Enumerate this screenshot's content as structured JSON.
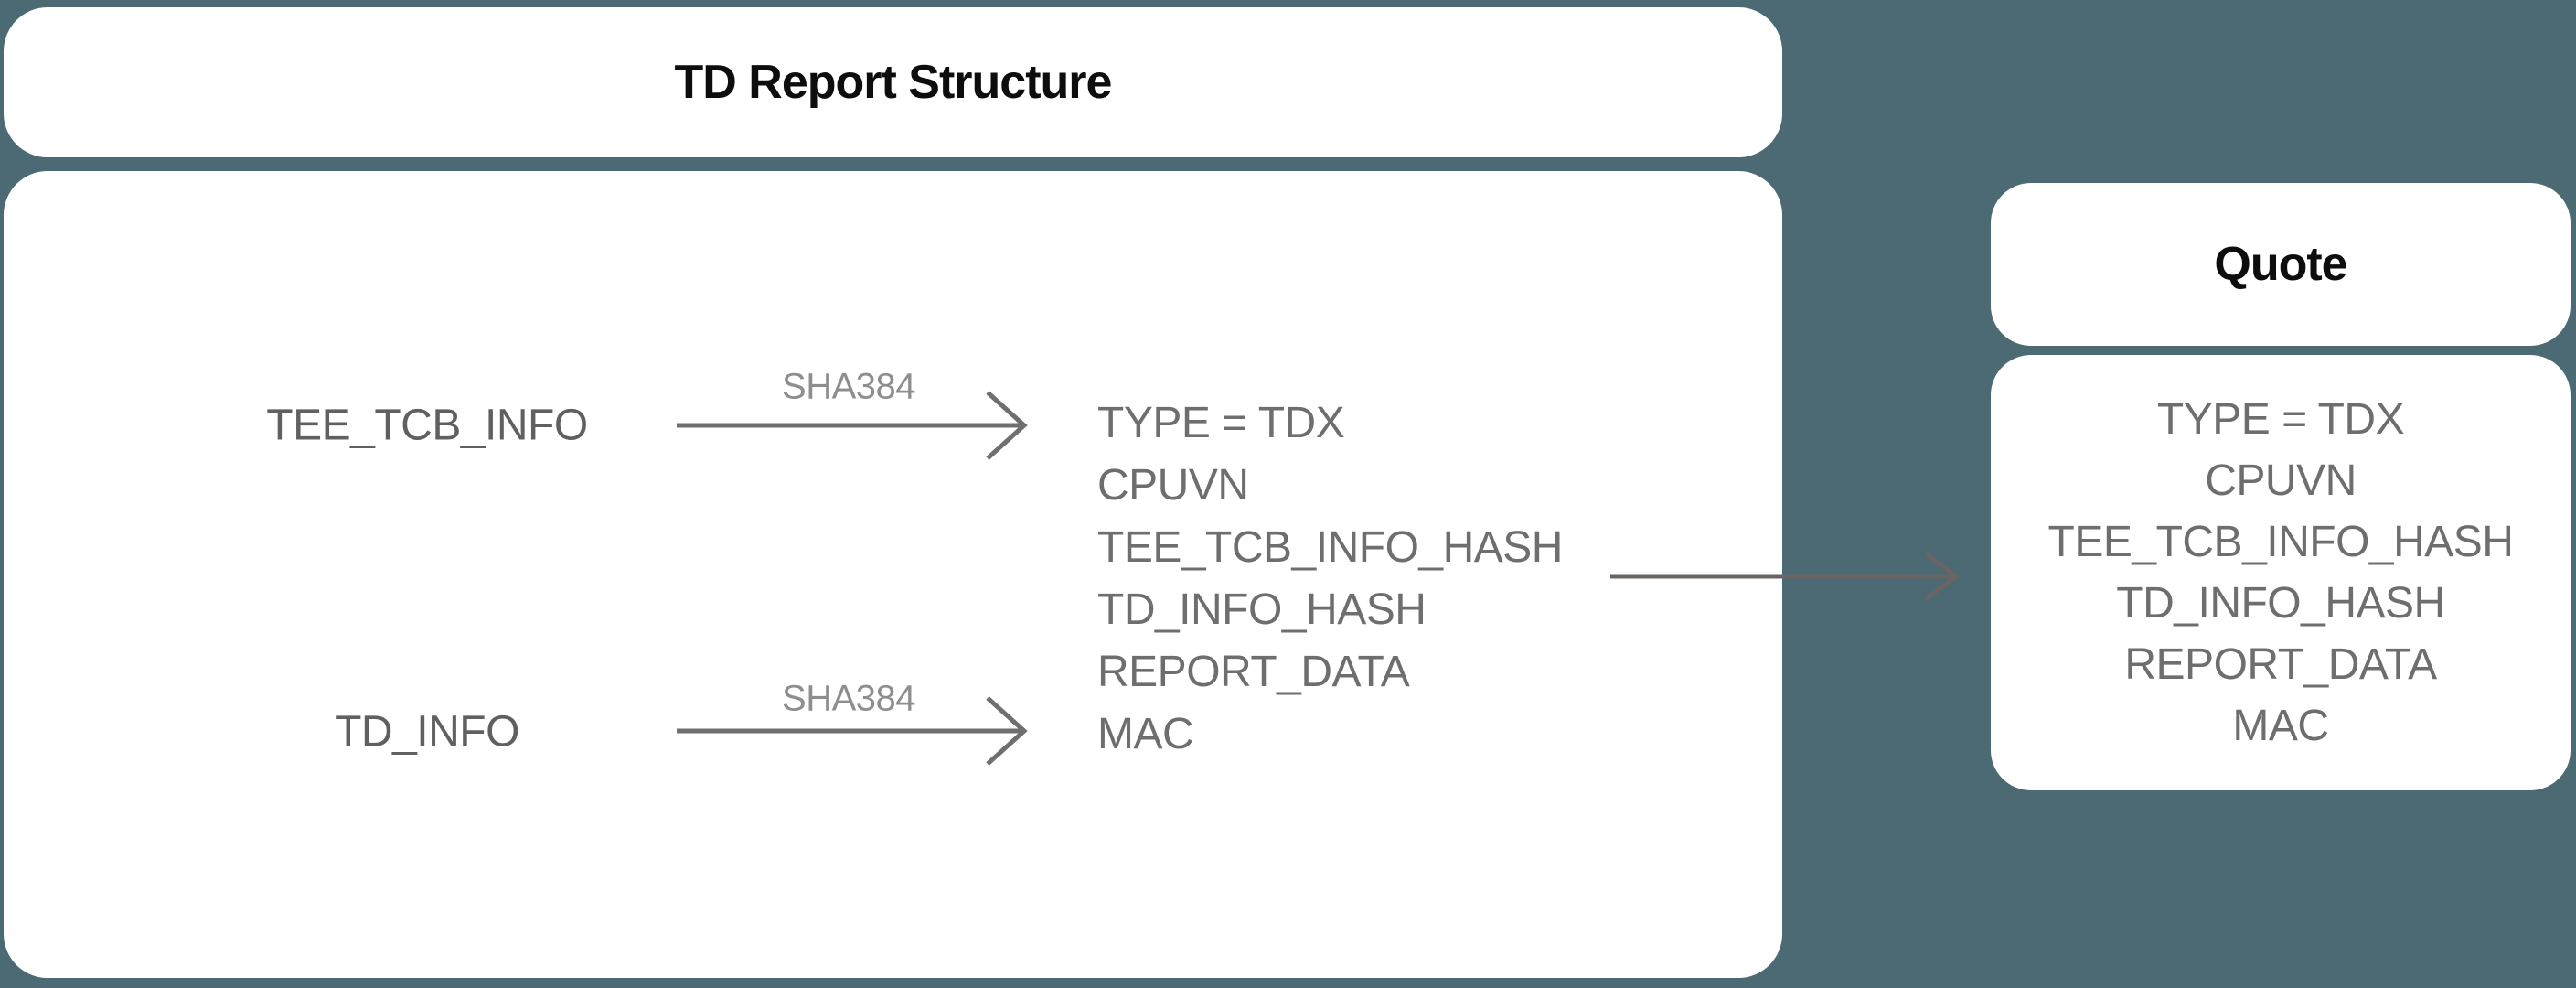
{
  "td_report": {
    "title": "TD Report Structure",
    "inputs": [
      {
        "label": "TEE_TCB_INFO",
        "hash_label": "SHA384"
      },
      {
        "label": "TD_INFO",
        "hash_label": "SHA384"
      }
    ],
    "fields": [
      "TYPE = TDX",
      "CPUVN",
      "TEE_TCB_INFO_HASH",
      "TD_INFO_HASH",
      "REPORT_DATA",
      "MAC"
    ]
  },
  "quote": {
    "title": "Quote",
    "fields": [
      "TYPE = TDX",
      "CPUVN",
      "TEE_TCB_INFO_HASH",
      "TD_INFO_HASH",
      "REPORT_DATA",
      "MAC"
    ]
  },
  "colors": {
    "background": "#4C6A73",
    "card": "#FFFFFF",
    "heading_text": "#0D0D0D",
    "body_text": "#6E6E6E",
    "hash_label_text": "#8E8E8E",
    "inner_arrow": "#6F6F6F",
    "quote_arrow": "#6A6462"
  }
}
